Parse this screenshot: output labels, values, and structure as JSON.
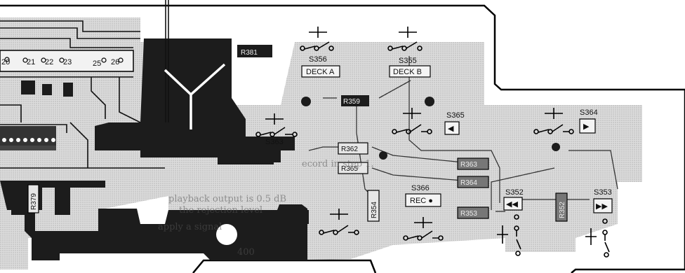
{
  "switches": {
    "s356": {
      "id": "S356",
      "label": "DECK A"
    },
    "s355": {
      "id": "S355",
      "label": "DECK B"
    },
    "s365": {
      "id": "S365",
      "symbol": "◀"
    },
    "s364": {
      "id": "S364",
      "symbol": "▶"
    },
    "s363": {
      "id": "S363"
    },
    "s366": {
      "id": "S366",
      "label": "REC ●"
    },
    "s352": {
      "id": "S352",
      "symbol": "◀◀"
    },
    "s353": {
      "id": "S353",
      "symbol": "▶▶"
    }
  },
  "resistors": {
    "r359": "R359",
    "r362": "R362",
    "r365": "R365",
    "r363": "R363",
    "r364": "R364",
    "r353": "R353",
    "r354": "R354",
    "r352": "R352",
    "r381": "R381",
    "r379": "R379"
  },
  "connector": {
    "pin20": "20",
    "pin21": "21",
    "pin22": "22",
    "pin23": "23",
    "pin25": "25",
    "pin26": "26"
  },
  "faint_text": {
    "line1": "ecord in step 1.",
    "line2": "playback output is 0.5 dB",
    "line3": "the rejection level",
    "line4": "apply a signal",
    "line5": "400"
  },
  "colors": {
    "board_fill": "#d6d6d6",
    "copper_dark": "#1a1a1a",
    "outline": "#000000"
  }
}
